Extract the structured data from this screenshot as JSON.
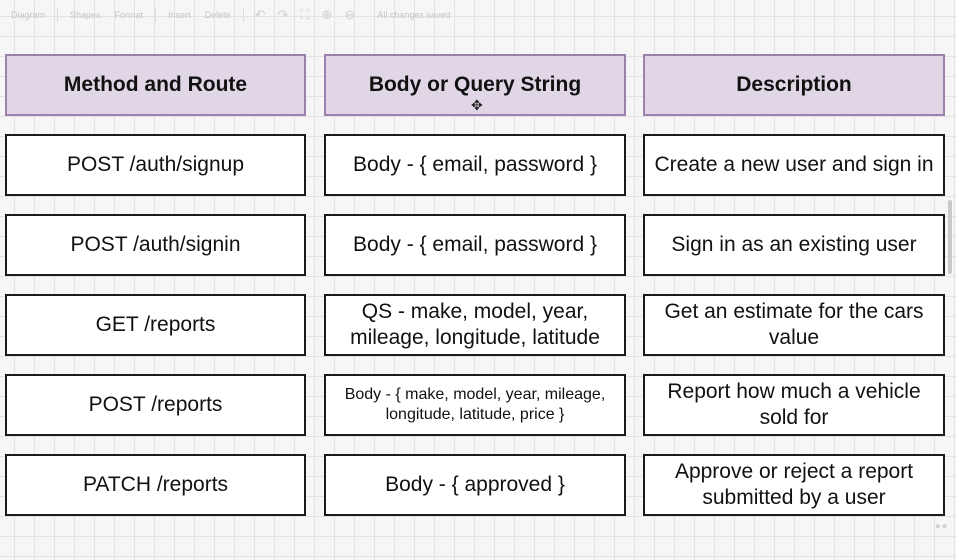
{
  "toolbar": {
    "diagram": "Diagram",
    "shapes": "Shapes",
    "format": "Format",
    "insert": "Insert",
    "delete": "Delete",
    "status": "All changes saved"
  },
  "table": {
    "headers": [
      "Method and Route",
      "Body or Query String",
      "Description"
    ],
    "rows": [
      {
        "route": "POST /auth/signup",
        "body": "Body - { email, password }",
        "description": "Create a new user and sign in"
      },
      {
        "route": "POST /auth/signin",
        "body": "Body - { email, password }",
        "description": "Sign in as an existing user"
      },
      {
        "route": "GET /reports",
        "body": "QS - make, model, year, mileage, longitude, latitude",
        "description": "Get an estimate for the cars value"
      },
      {
        "route": "POST /reports",
        "body": "Body - { make, model, year, mileage, longitude, latitude, price }",
        "description": "Report how much a vehicle sold for"
      },
      {
        "route": "PATCH /reports",
        "body": "Body - { approved }",
        "description": "Approve or reject a report submitted by a user"
      }
    ]
  },
  "colors": {
    "header_fill": "#e0d6e6",
    "header_border": "#9c81ad",
    "cell_border": "#1a1a1a"
  },
  "icons": [
    "undo-icon",
    "redo-icon",
    "fit-page-icon",
    "zoom-in-icon",
    "zoom-out-icon",
    "move-cursor-icon"
  ]
}
